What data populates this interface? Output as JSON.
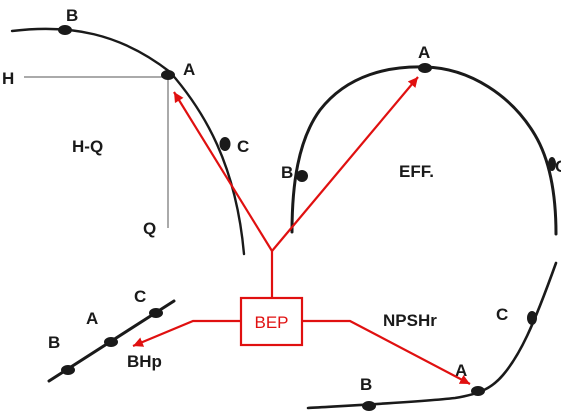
{
  "colors": {
    "curve": "#1a1a1a",
    "accent": "#e01010",
    "background": "#ffffff"
  },
  "center_box": {
    "label": "BEP"
  },
  "hq_panel": {
    "title": "H-Q",
    "axis_h": "H",
    "axis_q": "Q",
    "points": {
      "a": "A",
      "b": "B",
      "c": "C"
    }
  },
  "eff_panel": {
    "title": "EFF.",
    "points": {
      "a": "A",
      "b": "B",
      "c": "C"
    }
  },
  "bhp_panel": {
    "title": "BHp",
    "points": {
      "a": "A",
      "b": "B",
      "c": "C"
    }
  },
  "npshr_panel": {
    "title": "NPSHr",
    "points": {
      "a": "A",
      "b": "B",
      "c": "C"
    }
  }
}
